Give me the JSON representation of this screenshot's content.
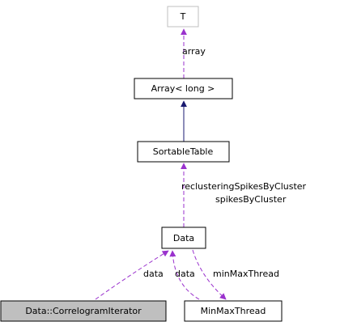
{
  "nodes": {
    "t": {
      "label": "T",
      "border_color": "#bfbfbf",
      "fill": "#ffffff"
    },
    "array_long": {
      "label": "Array< long >",
      "border_color": "#000000",
      "fill": "#ffffff"
    },
    "sortable_table": {
      "label": "SortableTable",
      "border_color": "#000000",
      "fill": "#ffffff"
    },
    "data": {
      "label": "Data",
      "border_color": "#000000",
      "fill": "#ffffff"
    },
    "correlogram_iterator": {
      "label": "Data::CorrelogramIterator",
      "border_color": "#000000",
      "fill": "#bfbfbf"
    },
    "min_max_thread": {
      "label": "MinMaxThread",
      "border_color": "#000000",
      "fill": "#ffffff"
    }
  },
  "edges": {
    "array_to_t": {
      "label": "array",
      "color": "#9a32cd",
      "style": "dashed"
    },
    "sortable_to_array": {
      "label": "",
      "color": "#191970",
      "style": "solid"
    },
    "data_to_sortable": {
      "labels": [
        "reclusteringSpikesByCluster",
        "spikesByCluster"
      ],
      "color": "#9a32cd",
      "style": "dashed"
    },
    "iterator_to_data": {
      "label": "data",
      "color": "#9a32cd",
      "style": "dashed"
    },
    "minmax_to_data": {
      "label": "data",
      "color": "#9a32cd",
      "style": "dashed"
    },
    "data_to_minmax": {
      "label": "minMaxThread",
      "color": "#9a32cd",
      "style": "dashed"
    }
  }
}
